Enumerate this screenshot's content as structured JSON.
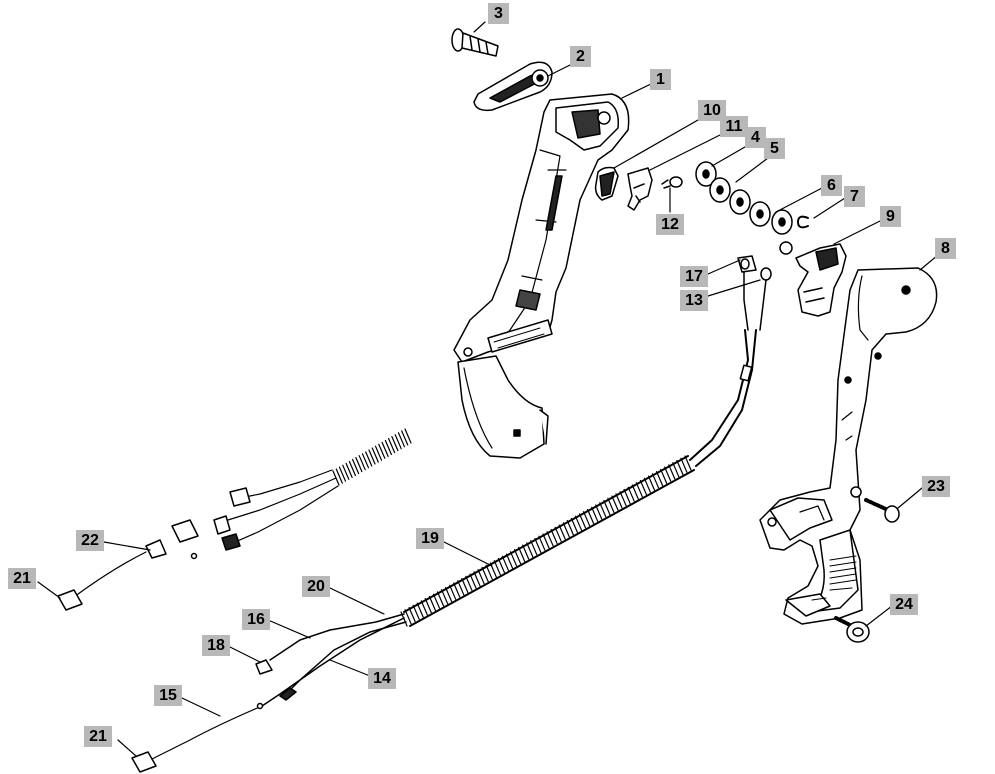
{
  "diagram": {
    "callouts": [
      {
        "id": "c1",
        "label": "1"
      },
      {
        "id": "c2",
        "label": "2"
      },
      {
        "id": "c3",
        "label": "3"
      },
      {
        "id": "c4",
        "label": "4"
      },
      {
        "id": "c5",
        "label": "5"
      },
      {
        "id": "c6",
        "label": "6"
      },
      {
        "id": "c7",
        "label": "7"
      },
      {
        "id": "c8",
        "label": "8"
      },
      {
        "id": "c9",
        "label": "9"
      },
      {
        "id": "c10",
        "label": "10"
      },
      {
        "id": "c11",
        "label": "11"
      },
      {
        "id": "c12",
        "label": "12"
      },
      {
        "id": "c13",
        "label": "13"
      },
      {
        "id": "c14",
        "label": "14"
      },
      {
        "id": "c15",
        "label": "15"
      },
      {
        "id": "c16",
        "label": "16"
      },
      {
        "id": "c17",
        "label": "17"
      },
      {
        "id": "c18",
        "label": "18"
      },
      {
        "id": "c19",
        "label": "19"
      },
      {
        "id": "c20",
        "label": "20"
      },
      {
        "id": "c21a",
        "label": "21"
      },
      {
        "id": "c21b",
        "label": "21"
      },
      {
        "id": "c22",
        "label": "22"
      },
      {
        "id": "c23",
        "label": "23"
      },
      {
        "id": "c24",
        "label": "24"
      }
    ]
  }
}
